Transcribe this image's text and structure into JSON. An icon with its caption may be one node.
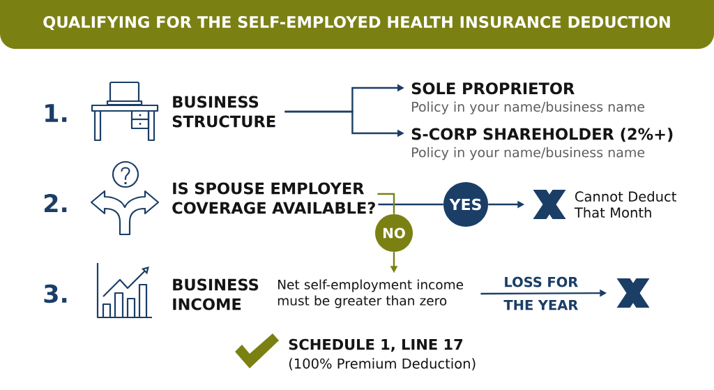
{
  "diagram": {
    "title": "QUALIFYING FOR THE SELF-EMPLOYED HEALTH INSURANCE DEDUCTION",
    "nodes": [
      {
        "text": [
          "BUSINESS STRUCTURE"
        ]
      },
      {
        "text": [
          "SOLE PROPRIETOR",
          "Policy in your name/business name"
        ]
      },
      {
        "text": [
          "S-CORP SHAREHOLDER (2%+)",
          "Policy in your name/business name"
        ]
      },
      {
        "text": [
          "IS SPOUSE EMPLOYER COVERAGE AVAILABLE?"
        ]
      },
      {
        "text": [
          "YES"
        ]
      },
      {
        "text": [],
        "shape": "cross",
        "beside": [
          "Cannot Deduct That Month"
        ]
      },
      {
        "text": [
          "NO"
        ]
      },
      {
        "text": [
          "Net self-employment income must be greater than zero"
        ]
      },
      {
        "text": [],
        "shape": "cross"
      }
    ],
    "edges": [
      {
        "from": 0,
        "to": 1,
        "arrow": "to"
      },
      {
        "from": 0,
        "to": 2,
        "arrow": "to"
      },
      {
        "from": 3,
        "to": 4,
        "arrow": "none"
      },
      {
        "from": 4,
        "to": 5,
        "arrow": "to"
      },
      {
        "from": 3,
        "to": 6,
        "arrow": "none",
        "color": "#7b8013"
      },
      {
        "from": 6,
        "to": 7,
        "arrow": "to",
        "color": "#7b8013"
      },
      {
        "from": 7,
        "to": 8,
        "arrow": "to",
        "label": "LOSS FOR THE YEAR"
      }
    ],
    "labels": [
      "1.",
      "2.",
      "3.",
      "BUSINESS INCOME",
      "SCHEDULE 1, LINE 17",
      "(100% Premium Deduction)"
    ]
  }
}
